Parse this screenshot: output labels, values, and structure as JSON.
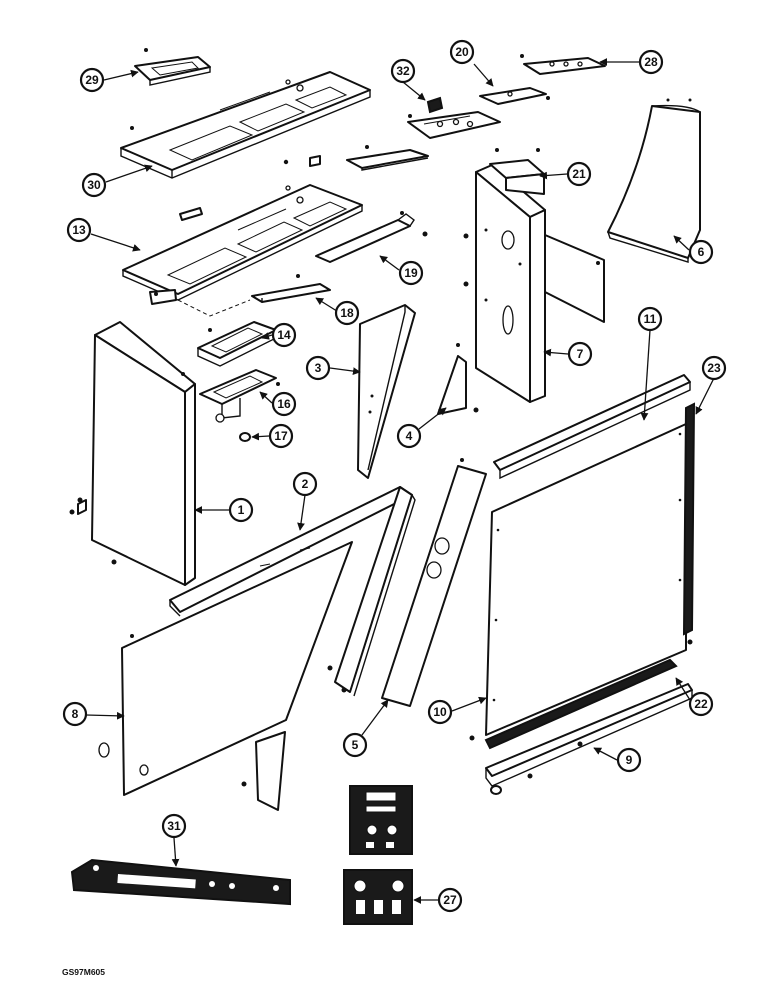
{
  "figure_code": "GS97M605",
  "callouts": [
    "1",
    "2",
    "3",
    "4",
    "5",
    "6",
    "7",
    "8",
    "9",
    "10",
    "11",
    "13",
    "14",
    "16",
    "17",
    "18",
    "19",
    "20",
    "21",
    "22",
    "23",
    "27",
    "28",
    "29",
    "30",
    "31",
    "32"
  ]
}
